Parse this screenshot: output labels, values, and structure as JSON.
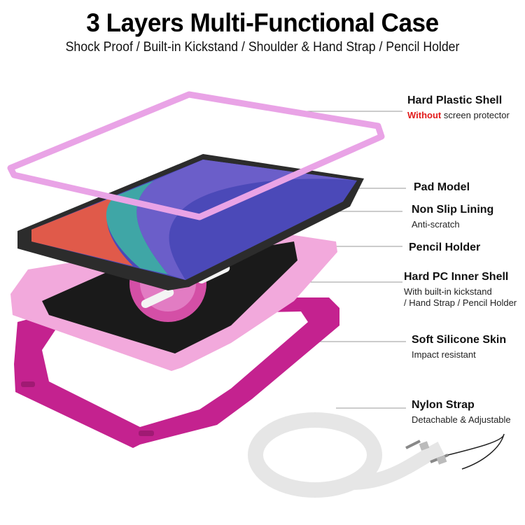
{
  "header": {
    "title": "3 Layers Multi-Functional Case",
    "subtitle": "Shock Proof / Built-in Kickstand / Shoulder & Hand Strap / Pencil Holder"
  },
  "colors": {
    "light_pink": "#e9a3e6",
    "inner_shell_pink": "#f2a9dc",
    "silicone_magenta": "#c4228f",
    "lining_black": "#1a1a1a",
    "strap_gray": "#e6e6e6",
    "highlight_red": "#e21b1b",
    "leader_line": "#9a9a9a"
  },
  "labels": [
    {
      "title": "Hard Plastic Shell",
      "sub_highlight": "Without",
      "sub": " screen protector"
    },
    {
      "title": "Pad Model"
    },
    {
      "title": "Non Slip Lining",
      "sub": "Anti-scratch"
    },
    {
      "title": "Pencil Holder"
    },
    {
      "title": "Hard PC Inner Shell",
      "sub": "With built-in kickstand",
      "sub2": "/ Hand Strap / Pencil Holder"
    },
    {
      "title": "Soft Silicone Skin",
      "sub": "Impact resistant"
    },
    {
      "title": "Nylon Strap",
      "sub": "Detachable & Adjustable"
    }
  ]
}
